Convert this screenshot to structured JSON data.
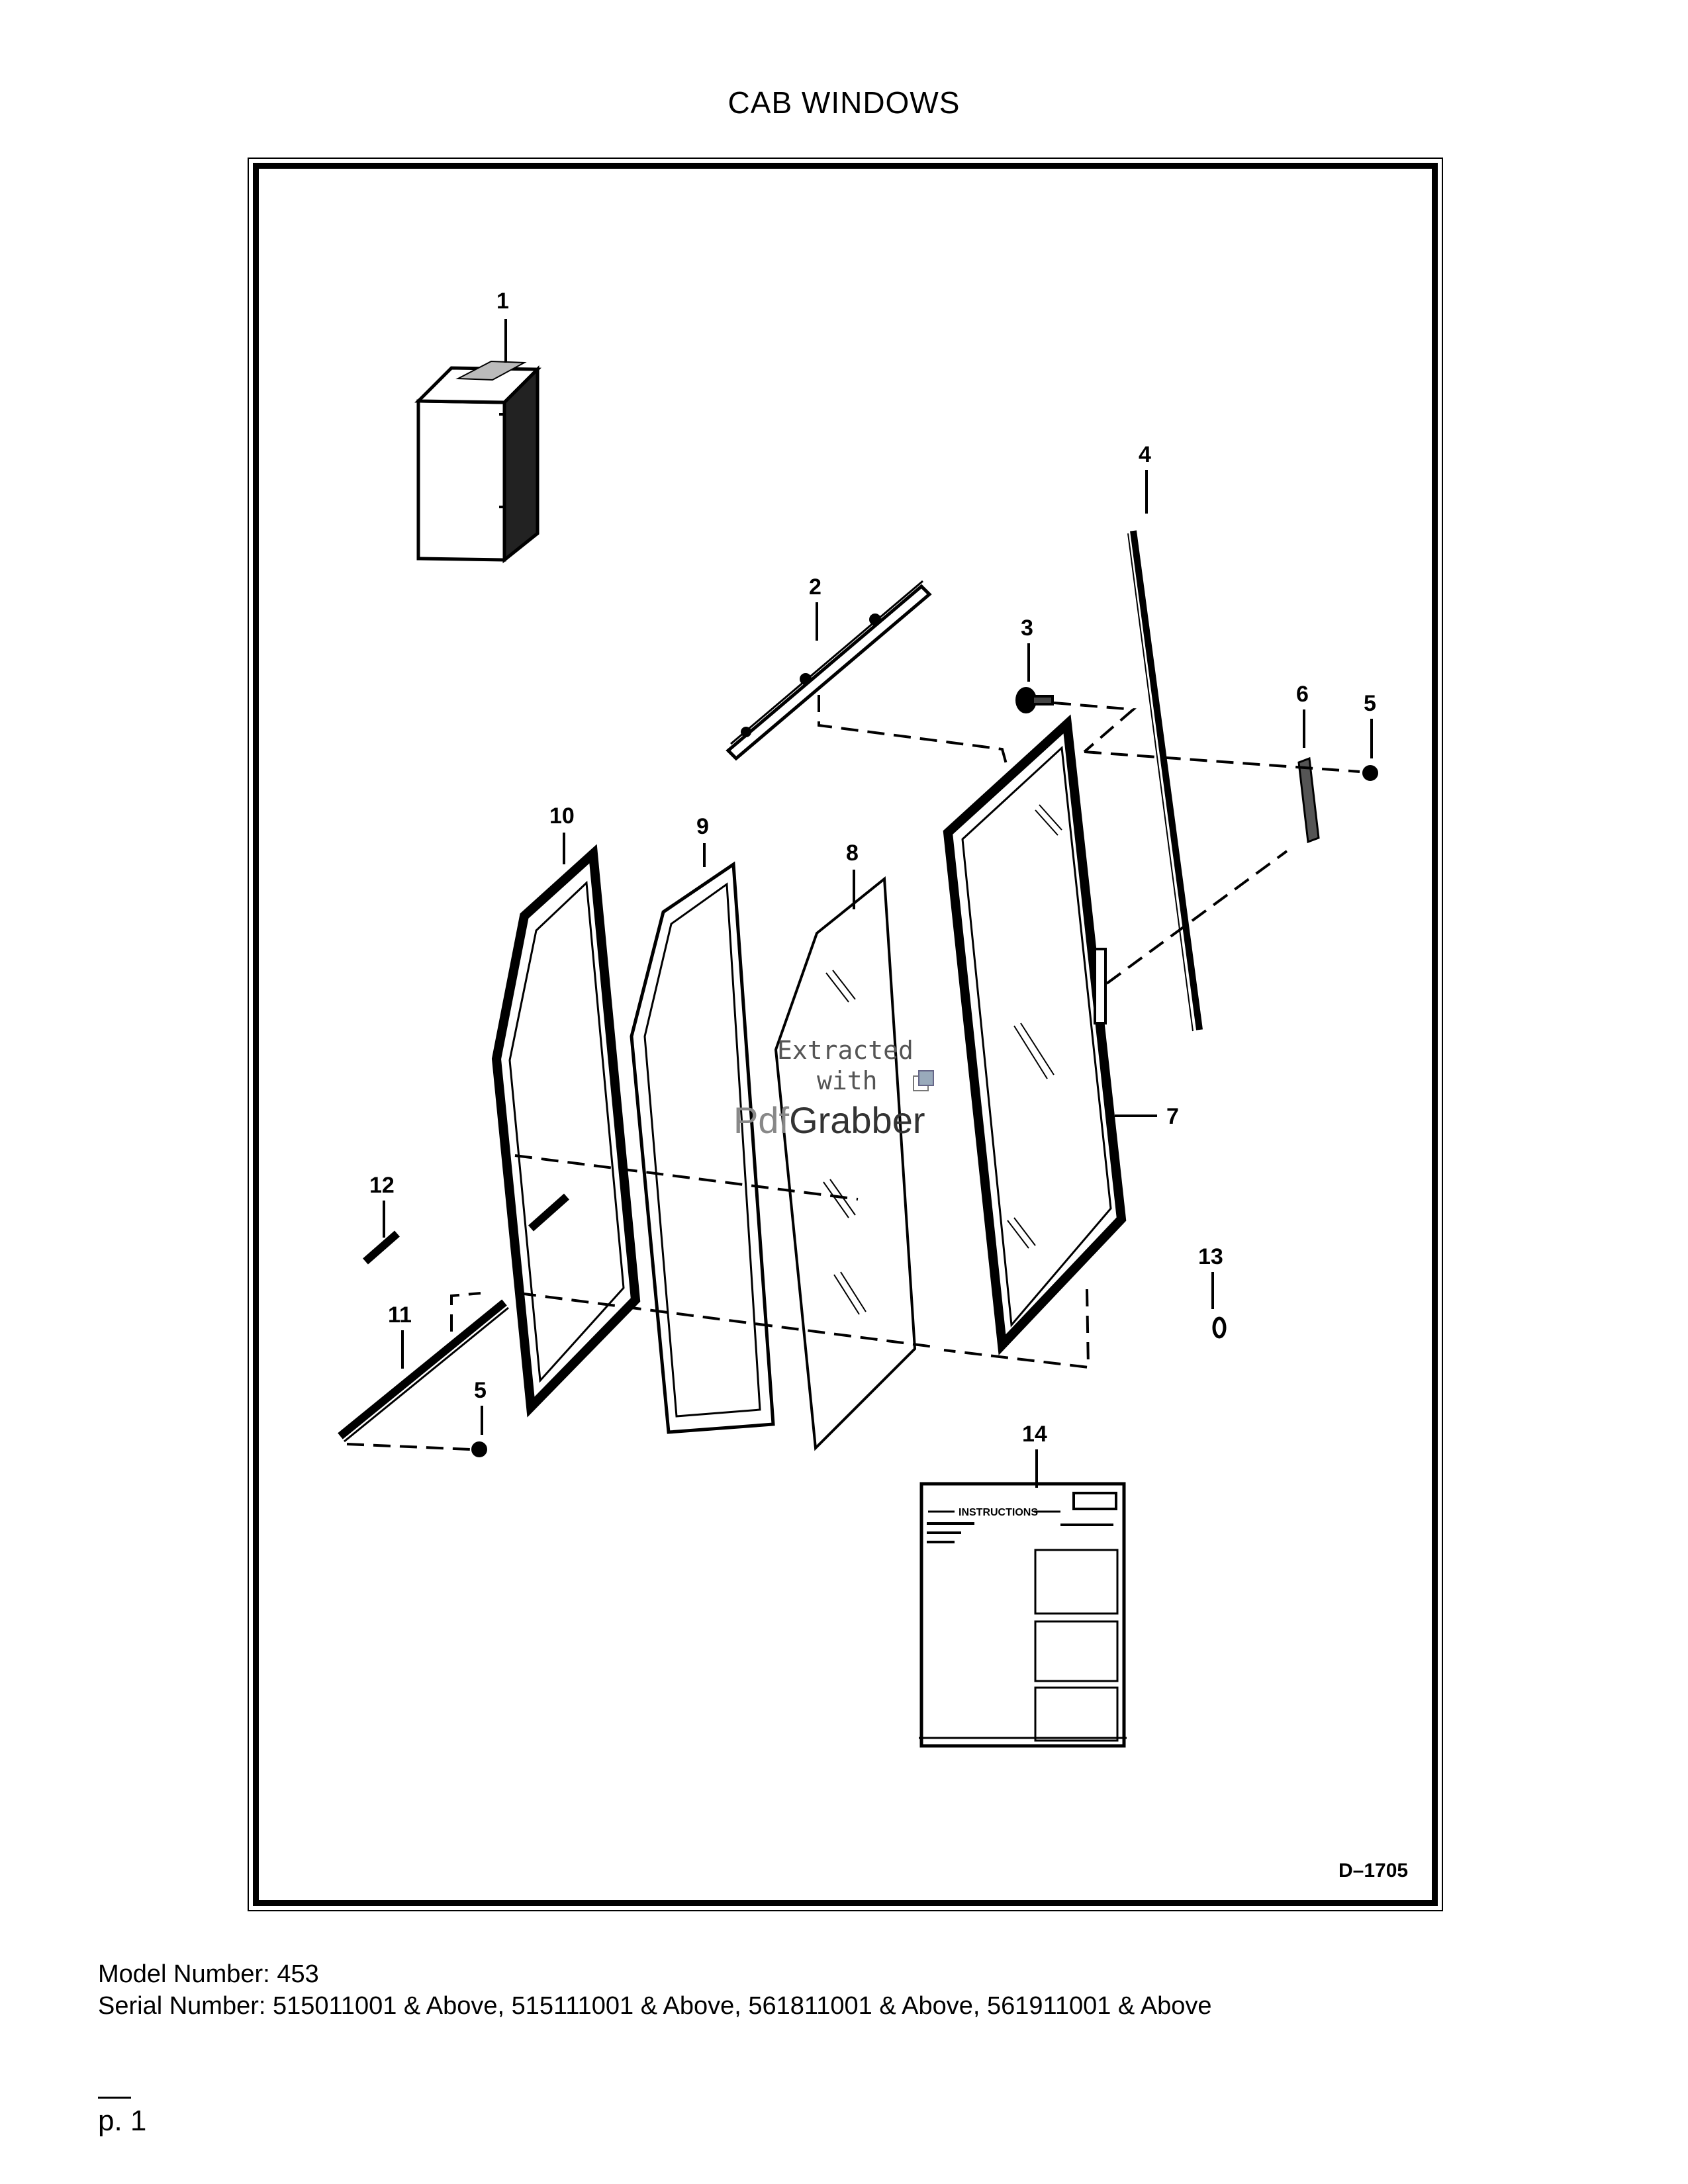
{
  "title": "CAB WINDOWS",
  "diagram": {
    "callouts": [
      "1",
      "2",
      "3",
      "4",
      "5",
      "6",
      "7",
      "8",
      "9",
      "10",
      "11",
      "12",
      "5",
      "13",
      "14"
    ],
    "drawing_code": "D–1705",
    "instructions_label": "INSTRUCTIONS"
  },
  "watermark": {
    "line1": "Extracted",
    "line2": "with",
    "brand_prefix": "Pdf",
    "brand_suffix": "Grabber"
  },
  "model": "Model Number: 453",
  "serial": "Serial Number: 515011001 & Above, 515111001 & Above, 561811001 & Above, 561911001 & Above",
  "page_label": "p. 1"
}
